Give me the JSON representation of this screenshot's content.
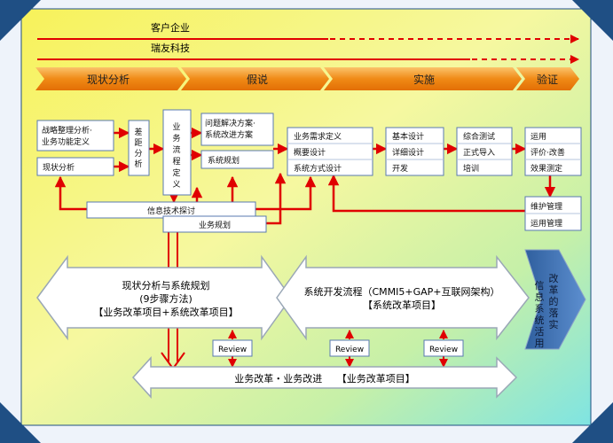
{
  "header": {
    "client_label": "客户企业",
    "vendor_label": "瑞友科技"
  },
  "phases": [
    "现状分析",
    "假说",
    "实施",
    "验证"
  ],
  "boxes": {
    "strategy": [
      "战略整理分析·",
      "业务功能定义"
    ],
    "current": "现状分析",
    "gap": [
      "差",
      "距",
      "分",
      "析"
    ],
    "bizflow": [
      "业",
      "务",
      "流",
      "程",
      "定",
      "义"
    ],
    "solution": [
      "问题解决方案·",
      "系统改进方案"
    ],
    "sysplan": "系统规划",
    "req": [
      "业务需求定义",
      "概要设计",
      "系统方式设计"
    ],
    "basic": [
      "基本设计",
      "详细设计",
      "开发"
    ],
    "test": [
      "综合测试",
      "正式导入",
      "培训"
    ],
    "ops": [
      "运用",
      "评价·改善",
      "效果测定"
    ],
    "maint": [
      "维护管理",
      "运用管理"
    ],
    "infotech": "信息技术探讨",
    "bizplan": "业务规划"
  },
  "left_arrow": [
    "现状分析与系统规划",
    "(9步骤方法)",
    "【业务改革项目+系统改革项目】"
  ],
  "mid_arrow": [
    "系统开发流程（CMMI5+GAP+互联网架构）",
    "【系统改革项目】"
  ],
  "review_label": "Review",
  "bottom_bar": "业务改革・业务改进　　【业务改革项目】",
  "side_label": [
    "改",
    "革",
    "的",
    "落",
    "实",
    "信",
    "息",
    "系",
    "统",
    "活",
    "用"
  ],
  "colors": {
    "frame": "#1f4f84",
    "red": "#e00000",
    "phase": "#f08a16",
    "box_border": "#5a7ab0"
  }
}
